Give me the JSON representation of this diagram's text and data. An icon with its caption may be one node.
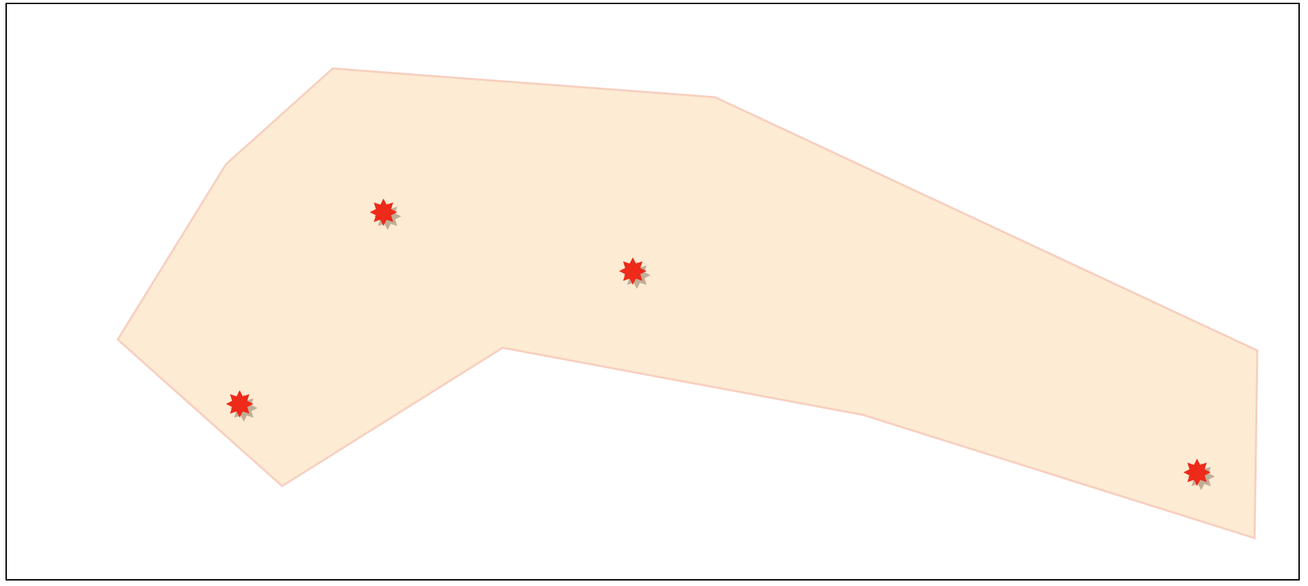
{
  "diagram": {
    "nodes": [
      {
        "text": [],
        "shape": "polygon"
      },
      {
        "text": [],
        "shape": "star",
        "in": 0
      },
      {
        "text": [],
        "shape": "star",
        "in": 0
      },
      {
        "text": [],
        "shape": "star",
        "in": 0
      },
      {
        "text": [],
        "shape": "star",
        "in": 0
      }
    ]
  }
}
